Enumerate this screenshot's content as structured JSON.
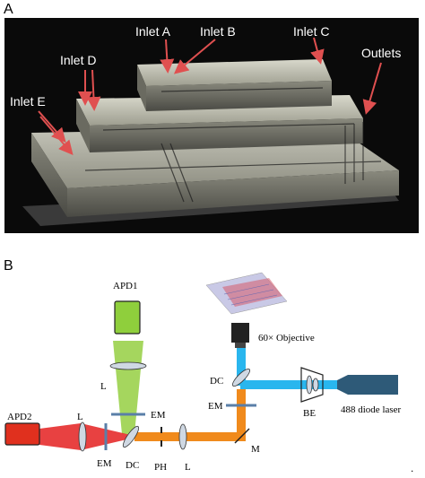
{
  "figure": {
    "panel_a": {
      "letter": "A",
      "labels": [
        "Inlet A",
        "Inlet B",
        "Inlet C",
        "Inlet D",
        "Inlet E",
        "Outlets"
      ],
      "colors": {
        "background": "#0a0a0a",
        "arrow": "#e05050",
        "glass": "#b8b8a8"
      }
    },
    "panel_b": {
      "letter": "B",
      "components": {
        "apd1": "APD1",
        "apd2": "APD2",
        "objective": "60× Objective",
        "laser": "488 diode laser",
        "dc_top": "DC",
        "dc_bottom": "DC",
        "be": "BE",
        "em_top": "EM",
        "em_mid": "EM",
        "em_bottom": "EM",
        "lens_top": "L",
        "lens_left": "L",
        "lens_right": "L",
        "pinhole": "PH",
        "mirror": "M"
      },
      "colors": {
        "laser_beam": "#29b6ee",
        "orange_beam": "#f08a1c",
        "green_beam": "#9bd24c",
        "red_beam": "#e52c2c",
        "apd1": "#8fcf3c",
        "apd2": "#e0301e",
        "laser_body": "#2e5a78"
      },
      "trailing_mark": "."
    }
  }
}
